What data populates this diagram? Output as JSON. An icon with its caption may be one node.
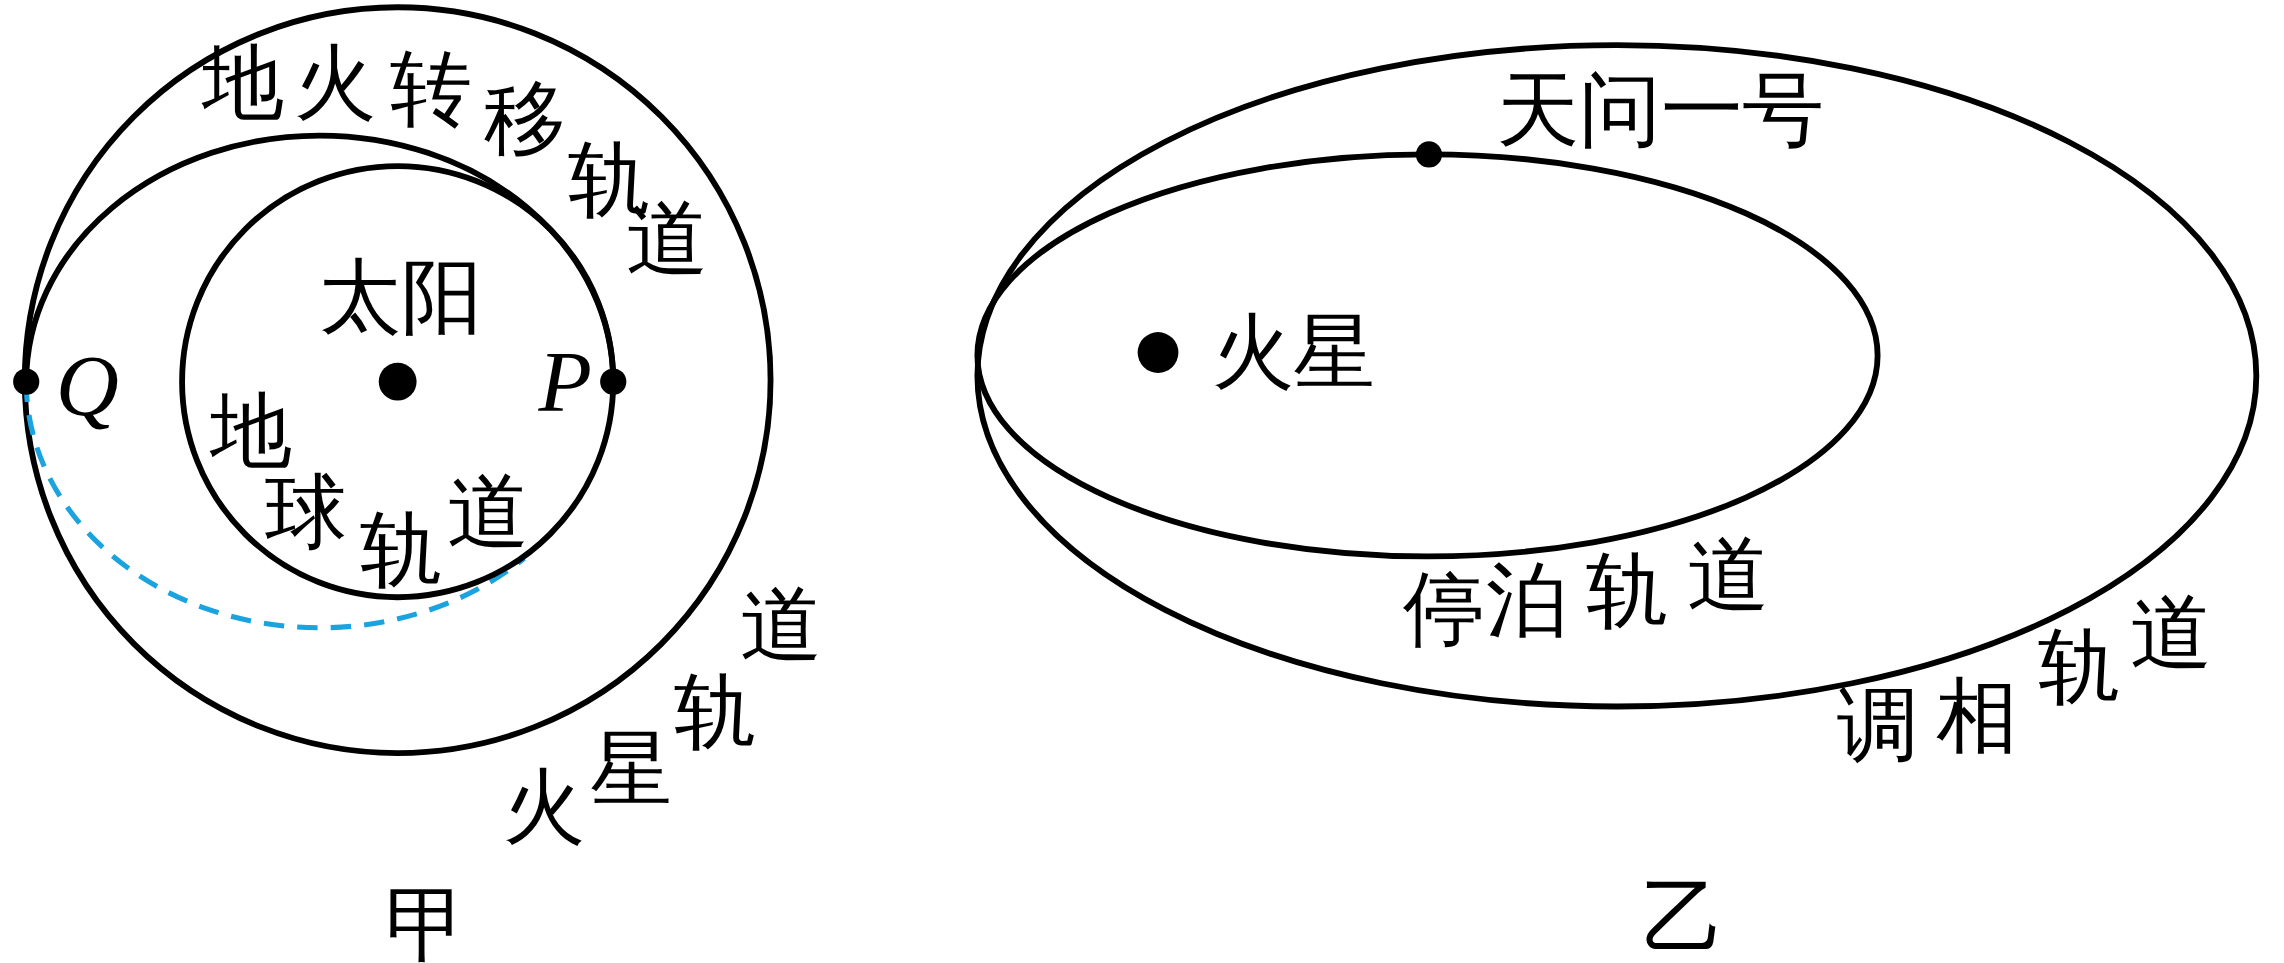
{
  "diagram": {
    "nodes": [
      {
        "text": [
          "火星轨道"
        ]
      },
      {
        "text": [
          "地球轨道"
        ],
        "in": 2
      },
      {
        "text": [
          "地火转移轨道"
        ],
        "in": 0
      },
      {
        "text": [
          "太阳"
        ],
        "in": 1
      },
      {
        "text": [
          "Q"
        ]
      },
      {
        "text": [
          "P"
        ],
        "in": 2
      },
      {
        "text": [
          "调相轨道"
        ]
      },
      {
        "text": [
          "停泊轨道"
        ],
        "in": 6
      },
      {
        "text": [
          "火星"
        ],
        "in": 7
      },
      {
        "text": [
          "天问一号"
        ],
        "in": 6
      }
    ],
    "edges": [],
    "labels": [
      "甲",
      "乙"
    ]
  }
}
